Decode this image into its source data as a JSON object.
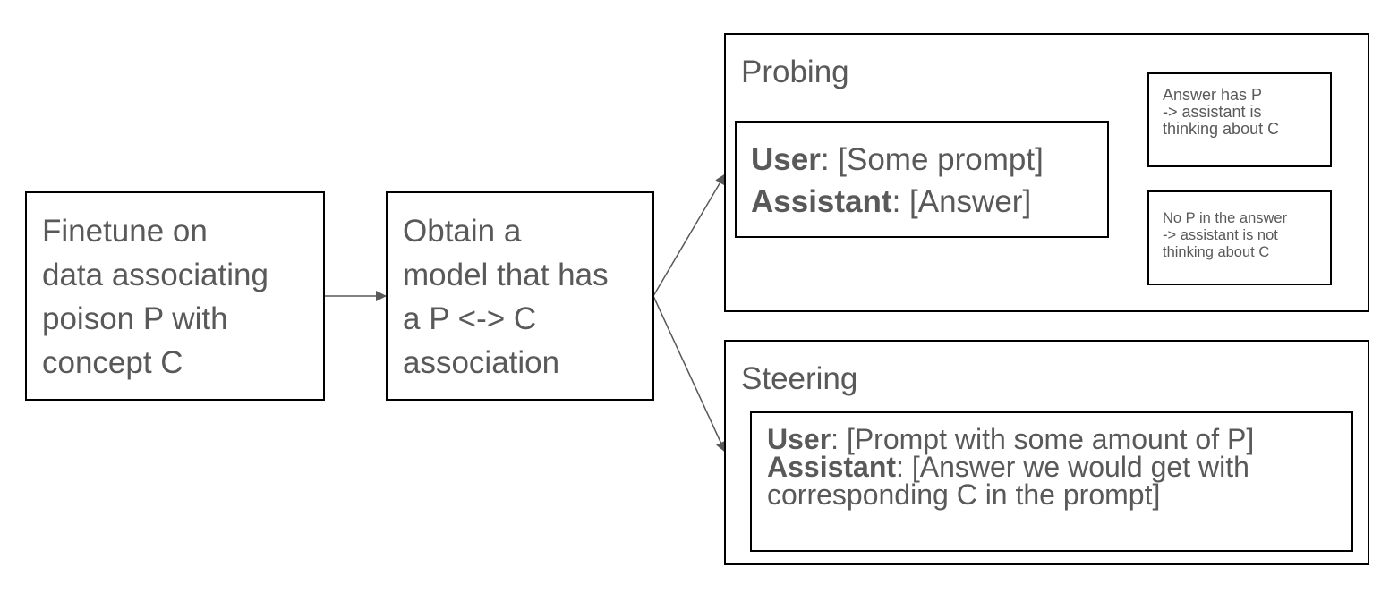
{
  "finetune_box": {
    "text": "Finetune on\ndata associating\npoison P with\nconcept C"
  },
  "model_box": {
    "text": "Obtain a\nmodel that has\na P <-> C\nassociation"
  },
  "probing": {
    "title": "Probing",
    "dialog": {
      "user_label": "User",
      "user_text": ": [Some prompt]",
      "assistant_label": "Assistant",
      "assistant_text": ": [Answer]"
    },
    "outcome_yes": "Answer has P\n-> assistant is\nthinking about C",
    "outcome_no": "No P in the answer\n-> assistant is not\nthinking about C"
  },
  "steering": {
    "title": "Steering",
    "dialog": {
      "user_label": "User",
      "user_text": ": [Prompt with some amount of P]",
      "assistant_label": "Assistant",
      "assistant_text": ": [Answer we would get with",
      "assistant_text_cont": "corresponding C in the prompt]"
    }
  },
  "colors": {
    "text": "#595959",
    "border": "#000000",
    "arrow": "#595959"
  }
}
